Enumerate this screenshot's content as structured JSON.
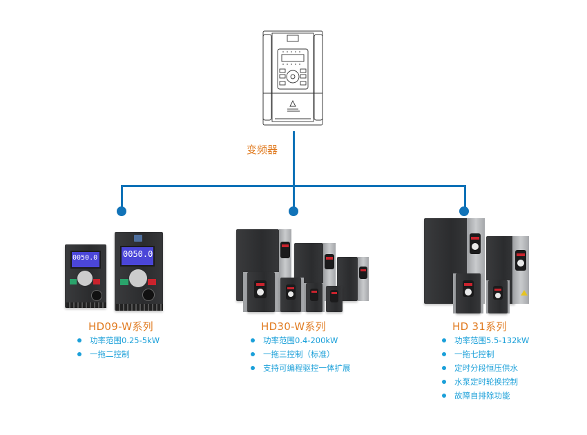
{
  "root": {
    "label": "变频器",
    "icon": "inverter-line-drawing-icon"
  },
  "colors": {
    "connector": "#1173b8",
    "title": "#e07a1f",
    "feature_text": "#1ba0d9",
    "lcd_display": "#4b46d8"
  },
  "series": [
    {
      "title": "HD09-W系列",
      "display_value": "0050.0",
      "features": [
        "功率范围0.25-5kW",
        "一拖二控制"
      ]
    },
    {
      "title": "HD30-W系列",
      "features": [
        "功率范围0.4-200kW",
        "一拖三控制（标准）",
        "支持可编程驱控一体扩展"
      ]
    },
    {
      "title": "HD 31系列",
      "features": [
        "功率范围5.5-132kW",
        "一拖七控制",
        "定时分段恒压供水",
        "水泵定时轮换控制",
        "故障自排除功能"
      ]
    }
  ]
}
